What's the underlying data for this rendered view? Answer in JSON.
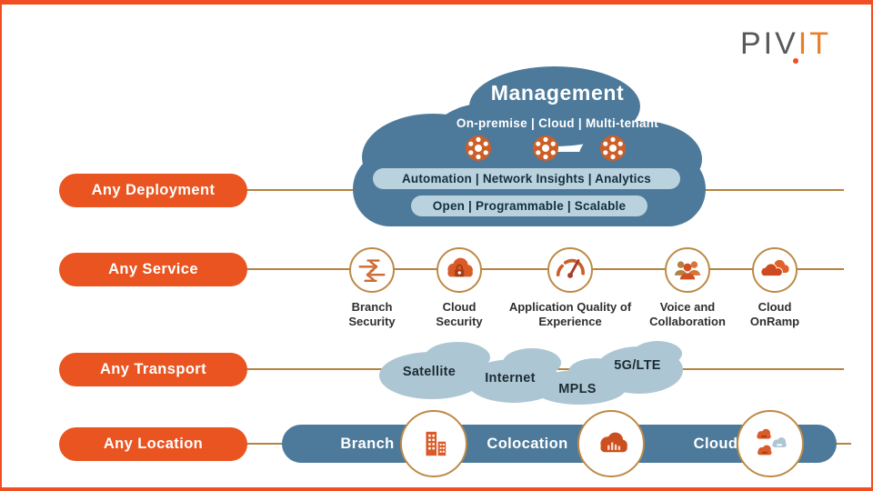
{
  "logo": {
    "part1": "PIV",
    "part2": "IT"
  },
  "management": {
    "title": "Management",
    "subtitle": "On-premise | Cloud | Multi-tenant",
    "badge1": "Automation | Network Insights | Analytics",
    "badge2": "Open | Programmable | Scalable"
  },
  "rows": {
    "deployment": {
      "label": "Any Deployment"
    },
    "service": {
      "label": "Any Service",
      "items": [
        {
          "label": "Branch Security",
          "icon": "branch-security-icon"
        },
        {
          "label": "Cloud Security",
          "icon": "cloud-security-icon"
        },
        {
          "label": "Application Quality of Experience",
          "icon": "gauge-icon"
        },
        {
          "label": "Voice and Collaboration",
          "icon": "people-icon"
        },
        {
          "label": "Cloud OnRamp",
          "icon": "cloud-onramp-icon"
        }
      ]
    },
    "transport": {
      "label": "Any Transport",
      "clouds": [
        {
          "label": "Satellite"
        },
        {
          "label": "Internet"
        },
        {
          "label": "MPLS"
        },
        {
          "label": "5G/LTE"
        }
      ]
    },
    "location": {
      "label": "Any Location",
      "items": [
        {
          "label": "Branch",
          "icon": "building-icon"
        },
        {
          "label": "Colocation",
          "icon": "colocation-cloud-icon"
        },
        {
          "label": "Cloud",
          "icon": "multi-cloud-icon"
        }
      ]
    }
  },
  "colors": {
    "frame_orange": "#f14e24",
    "pill_orange": "#e95420",
    "steel_blue": "#4d7a9b",
    "badge_blue": "#b9d2dd",
    "transport_cloud_blue": "#adc6d3",
    "connector_tan": "#b5823f",
    "icon_orange": "#cc5f28",
    "logo_gray": "#57585a",
    "logo_orange": "#e8802a"
  }
}
